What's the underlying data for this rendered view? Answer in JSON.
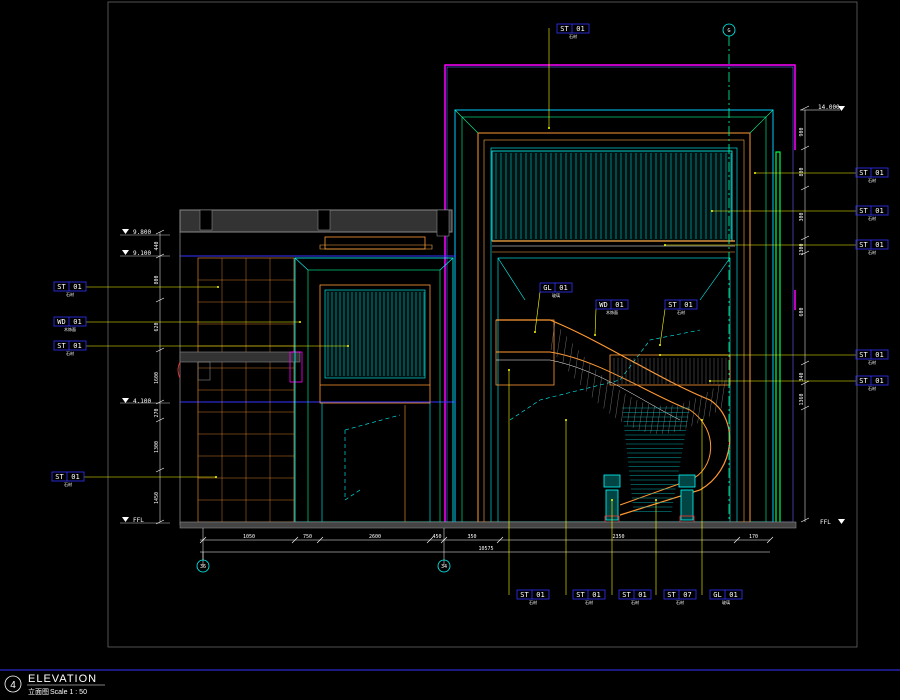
{
  "drawing": {
    "title": "ELEVATION",
    "title_cn": "立面图",
    "scale": "Scale 1 : 50",
    "number": "4"
  },
  "grids": {
    "left": "36",
    "mid": "34",
    "top": "G"
  },
  "levels": {
    "top_right": "14.000",
    "l9800": "9.800",
    "l9100": "9.100",
    "l4100": "4.100",
    "ffl_left": "FFL",
    "ffl_right": "FFL"
  },
  "tags": {
    "top_st": {
      "code": "ST",
      "num": "01",
      "sub": "石材"
    },
    "r1": {
      "code": "ST",
      "num": "01",
      "sub": "石材"
    },
    "r2": {
      "code": "ST",
      "num": "01",
      "sub": "石材"
    },
    "r3": {
      "code": "ST",
      "num": "01",
      "sub": "石材"
    },
    "r4": {
      "code": "ST",
      "num": "01",
      "sub": "石材"
    },
    "r5": {
      "code": "ST",
      "num": "01",
      "sub": "石材"
    },
    "l1": {
      "code": "ST",
      "num": "01",
      "sub": "石材"
    },
    "l2": {
      "code": "WD",
      "num": "01",
      "sub": "木饰面"
    },
    "l3": {
      "code": "ST",
      "num": "01",
      "sub": "石材"
    },
    "l4": {
      "code": "ST",
      "num": "01",
      "sub": "石材"
    },
    "m1": {
      "code": "GL",
      "num": "01",
      "sub": "玻璃"
    },
    "m2": {
      "code": "WD",
      "num": "01",
      "sub": "木饰面"
    },
    "m3": {
      "code": "ST",
      "num": "01",
      "sub": "石材"
    },
    "b1": {
      "code": "ST",
      "num": "01",
      "sub": "石材"
    },
    "b2": {
      "code": "ST",
      "num": "01",
      "sub": "石材"
    },
    "b3": {
      "code": "ST",
      "num": "01",
      "sub": "石材"
    },
    "b4": {
      "code": "ST",
      "num": "07",
      "sub": "石材"
    },
    "b5": {
      "code": "GL",
      "num": "01",
      "sub": "玻璃"
    }
  },
  "dims": {
    "bottom": [
      "1050",
      "750",
      "2600",
      "450",
      "350",
      "2350",
      "170"
    ],
    "total": "10575",
    "right": [
      "900",
      "800",
      "300",
      "1300",
      "600",
      "340",
      "1360"
    ],
    "left": [
      "440",
      "800",
      "620",
      "1600",
      "270",
      "1300",
      "1450"
    ]
  },
  "colors": {
    "bg": "#000000",
    "frame": "#ffffff",
    "cyan": "#00ffff",
    "green": "#00ff66",
    "yellow": "#ffff00",
    "orange": "#ff9933",
    "magenta": "#ff00ff",
    "blue": "#3333ff",
    "red": "#ff3333"
  }
}
